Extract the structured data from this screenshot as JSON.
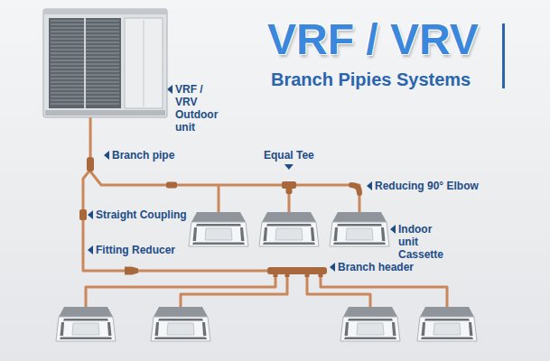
{
  "diagram": {
    "title": "VRF / VRV",
    "nodes": [
      {
        "text": [
          "VRF / VRV Outdoor unit"
        ]
      },
      {
        "text": [
          "Indoor unit Cassette"
        ]
      }
    ],
    "edges": [
      {
        "from": 0,
        "to": 1,
        "arrow": "none"
      }
    ],
    "labels": [
      "Branch Pipies Systems",
      "Branch pipe",
      "Equal Tee",
      "Reducing 90° Elbow",
      "Straight Coupling",
      "Fitting Reducer",
      "Branch header"
    ]
  }
}
